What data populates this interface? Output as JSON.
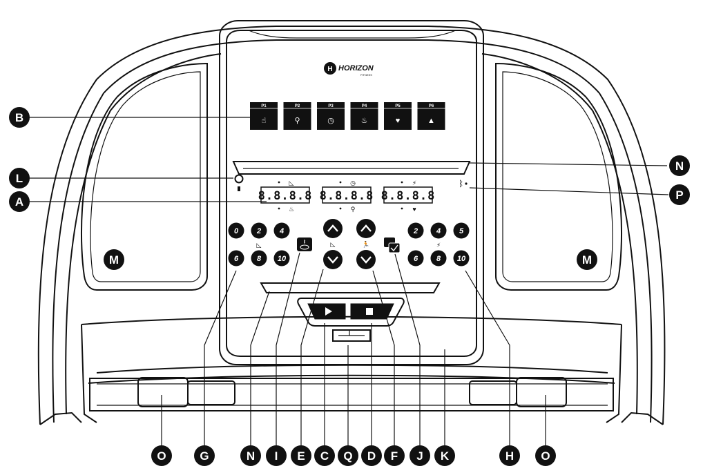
{
  "brand": {
    "name": "HORIZON",
    "sub": "FITNESS"
  },
  "programs": [
    {
      "label": "P1",
      "icon": "hand-tap-icon"
    },
    {
      "label": "P2",
      "icon": "route-icon"
    },
    {
      "label": "P3",
      "icon": "clock-icon"
    },
    {
      "label": "P4",
      "icon": "flame-icon"
    },
    {
      "label": "P5",
      "icon": "heart-flame-icon"
    },
    {
      "label": "P6",
      "icon": "mountains-icon"
    }
  ],
  "displays": [
    {
      "digits": "8.8.8.8",
      "top_icon": "incline-icon",
      "bottom_icon": "flame-icon"
    },
    {
      "digits": "8.8.8.8",
      "top_icon": "clock-icon",
      "bottom_icon": "route-icon"
    },
    {
      "digits": "8.8.8.8",
      "top_icon": "runner-icon",
      "bottom_icon": "heart-icon"
    }
  ],
  "incline_keys": [
    "0",
    "2",
    "4",
    "6",
    "8",
    "10"
  ],
  "speed_keys": [
    "2",
    "4",
    "5",
    "6",
    "8",
    "10"
  ],
  "callouts": {
    "left": [
      "B",
      "L",
      "A"
    ],
    "right": [
      "N",
      "P"
    ],
    "side": [
      "M",
      "M"
    ],
    "bottom": [
      "O",
      "G",
      "N",
      "I",
      "E",
      "C",
      "Q",
      "D",
      "F",
      "J",
      "K",
      "H",
      "O"
    ]
  },
  "colors": {
    "ink": "#111111",
    "paper": "#ffffff"
  }
}
